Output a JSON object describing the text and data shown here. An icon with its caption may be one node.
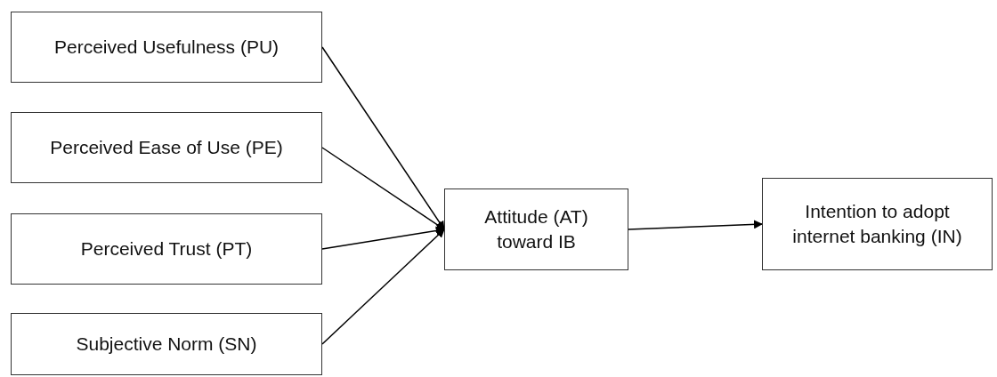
{
  "diagram": {
    "nodes": [
      {
        "text": [
          "Perceived Usefulness (PU)"
        ]
      },
      {
        "text": [
          "Perceived Ease of Use (PE)"
        ]
      },
      {
        "text": [
          "Perceived Trust (PT)"
        ]
      },
      {
        "text": [
          "Subjective Norm (SN)"
        ]
      },
      {
        "text": [
          "Attitude (AT) toward IB"
        ]
      },
      {
        "text": [
          "Intention to adopt internet banking (IN)"
        ]
      }
    ],
    "edges": [
      {
        "from": 0,
        "to": 4,
        "arrow": "to"
      },
      {
        "from": 1,
        "to": 4,
        "arrow": "to"
      },
      {
        "from": 2,
        "to": 4,
        "arrow": "to"
      },
      {
        "from": 3,
        "to": 4,
        "arrow": "to"
      },
      {
        "from": 4,
        "to": 5,
        "arrow": "to"
      }
    ]
  }
}
